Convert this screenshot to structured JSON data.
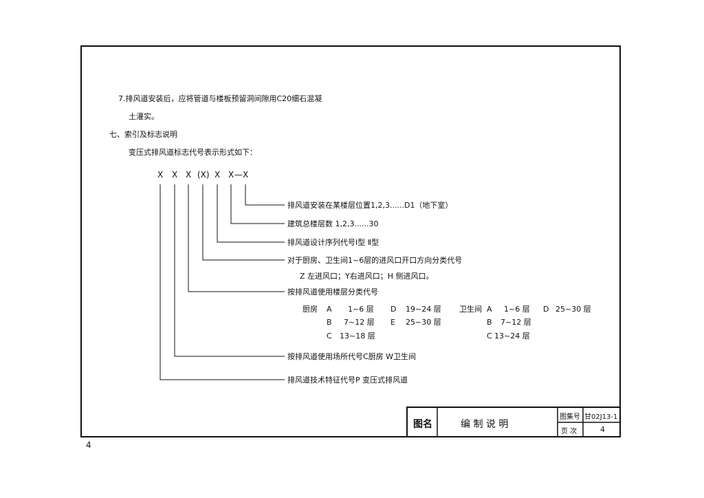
{
  "note7": {
    "line1": "7.排风道安装后，应将管道与楼板预留洞间隙用C20细石混凝",
    "line2": "土灌实。"
  },
  "section_heading": "七、索引及标志说明",
  "intro": "变压式排风道标志代号表示形式如下：",
  "code_parts": [
    "X",
    "X",
    "X",
    "(X)",
    "X",
    "X",
    "—X"
  ],
  "explanations": {
    "e1": "排风道安装在某楼层位置1,2,3......D1（地下室）",
    "e2": "建筑总楼层数  1,2,3......30",
    "e3": "排风道设计序列代号Ⅰ型  Ⅱ型",
    "e4_line1": "对于厨房、卫生间1~6层的进风口开口方向分类代号",
    "e4_line2": "Z 左进风口；Y右进风口；H 侧进风口。",
    "e5": "按排风道使用楼层分类代号",
    "e6": "按排风道使用场所代号C厨房 W卫生间",
    "e7": "排风道技术特征代号P  变压式排风道"
  },
  "floor_table": {
    "kitchen_label": "厨房",
    "kitchen": [
      {
        "code": "A",
        "range": "1~6 层"
      },
      {
        "code": "B",
        "range": "7~12 层"
      },
      {
        "code": "C",
        "range": "13~18 层"
      },
      {
        "code": "D",
        "range": "19~24 层"
      },
      {
        "code": "E",
        "range": "25~30 层"
      }
    ],
    "bath_label": "卫生间",
    "bath": [
      {
        "code": "A",
        "range": "1~6 层"
      },
      {
        "code": "B",
        "range": "7~12 层"
      },
      {
        "code": "C",
        "range": "13~24 层"
      },
      {
        "code": "D",
        "range": "25~30 层"
      }
    ]
  },
  "title_block": {
    "label_name": "图名",
    "title": "编 制 说 明",
    "label_atlas": "图集号",
    "atlas_no": "甘02J13-1",
    "label_page": "页 次",
    "page_no": "4"
  },
  "footer_page": "4"
}
